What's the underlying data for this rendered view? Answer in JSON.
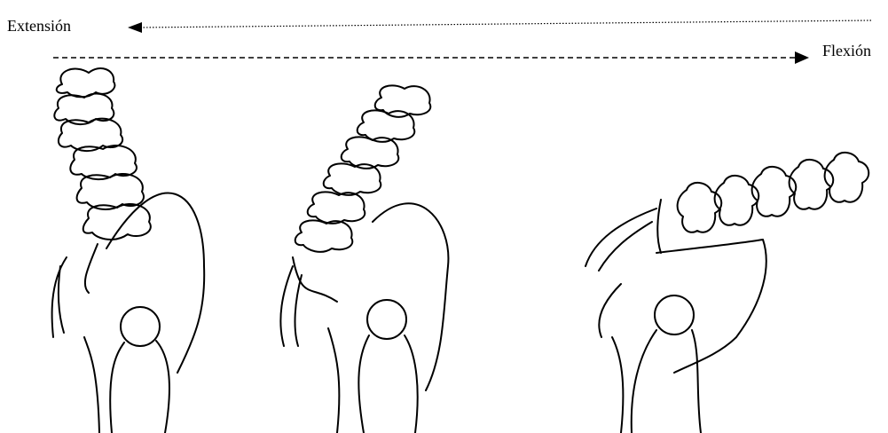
{
  "labels": {
    "extension": "Extensión",
    "flexion": "Flexión"
  },
  "colors": {
    "ink": "#000000",
    "background": "#ffffff"
  },
  "arrows": [
    {
      "meaning": "extension",
      "direction": "left",
      "style": "dotted"
    },
    {
      "meaning": "flexion",
      "direction": "right",
      "style": "dashed"
    }
  ],
  "figures": [
    "spine-pelvis-extension",
    "spine-pelvis-neutral",
    "spine-pelvis-flexion"
  ]
}
